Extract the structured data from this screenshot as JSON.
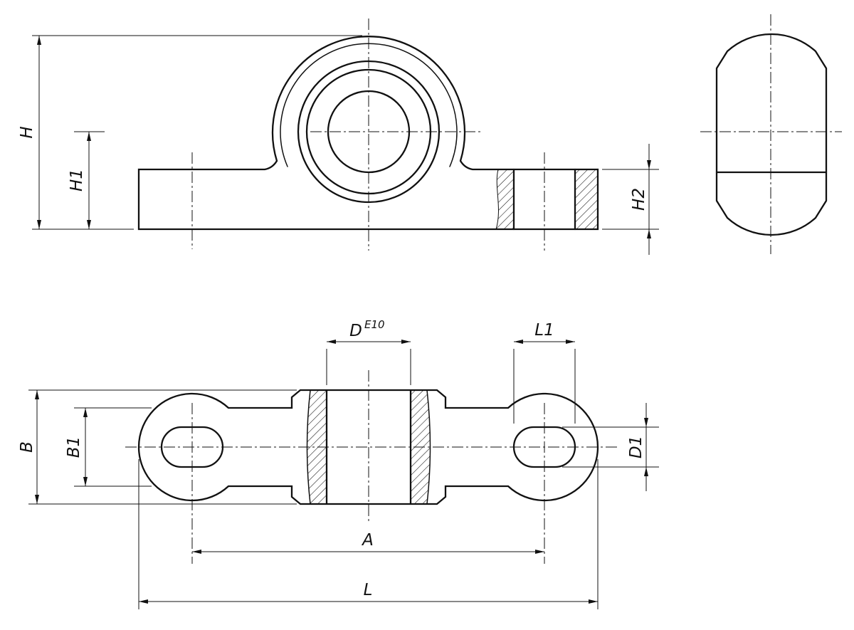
{
  "page": {
    "background": "#ffffff",
    "ink": "#111111"
  },
  "drawing": {
    "type": "technical-drawing",
    "views": [
      "front-view",
      "side-view",
      "top-view"
    ],
    "labels": {
      "h": "H",
      "h1": "H1",
      "h2": "H2",
      "b": "B",
      "b1": "B1",
      "d": "D",
      "d_sup": "E10",
      "l1": "L1",
      "d1": "D1",
      "a": "A",
      "l": "L"
    }
  }
}
